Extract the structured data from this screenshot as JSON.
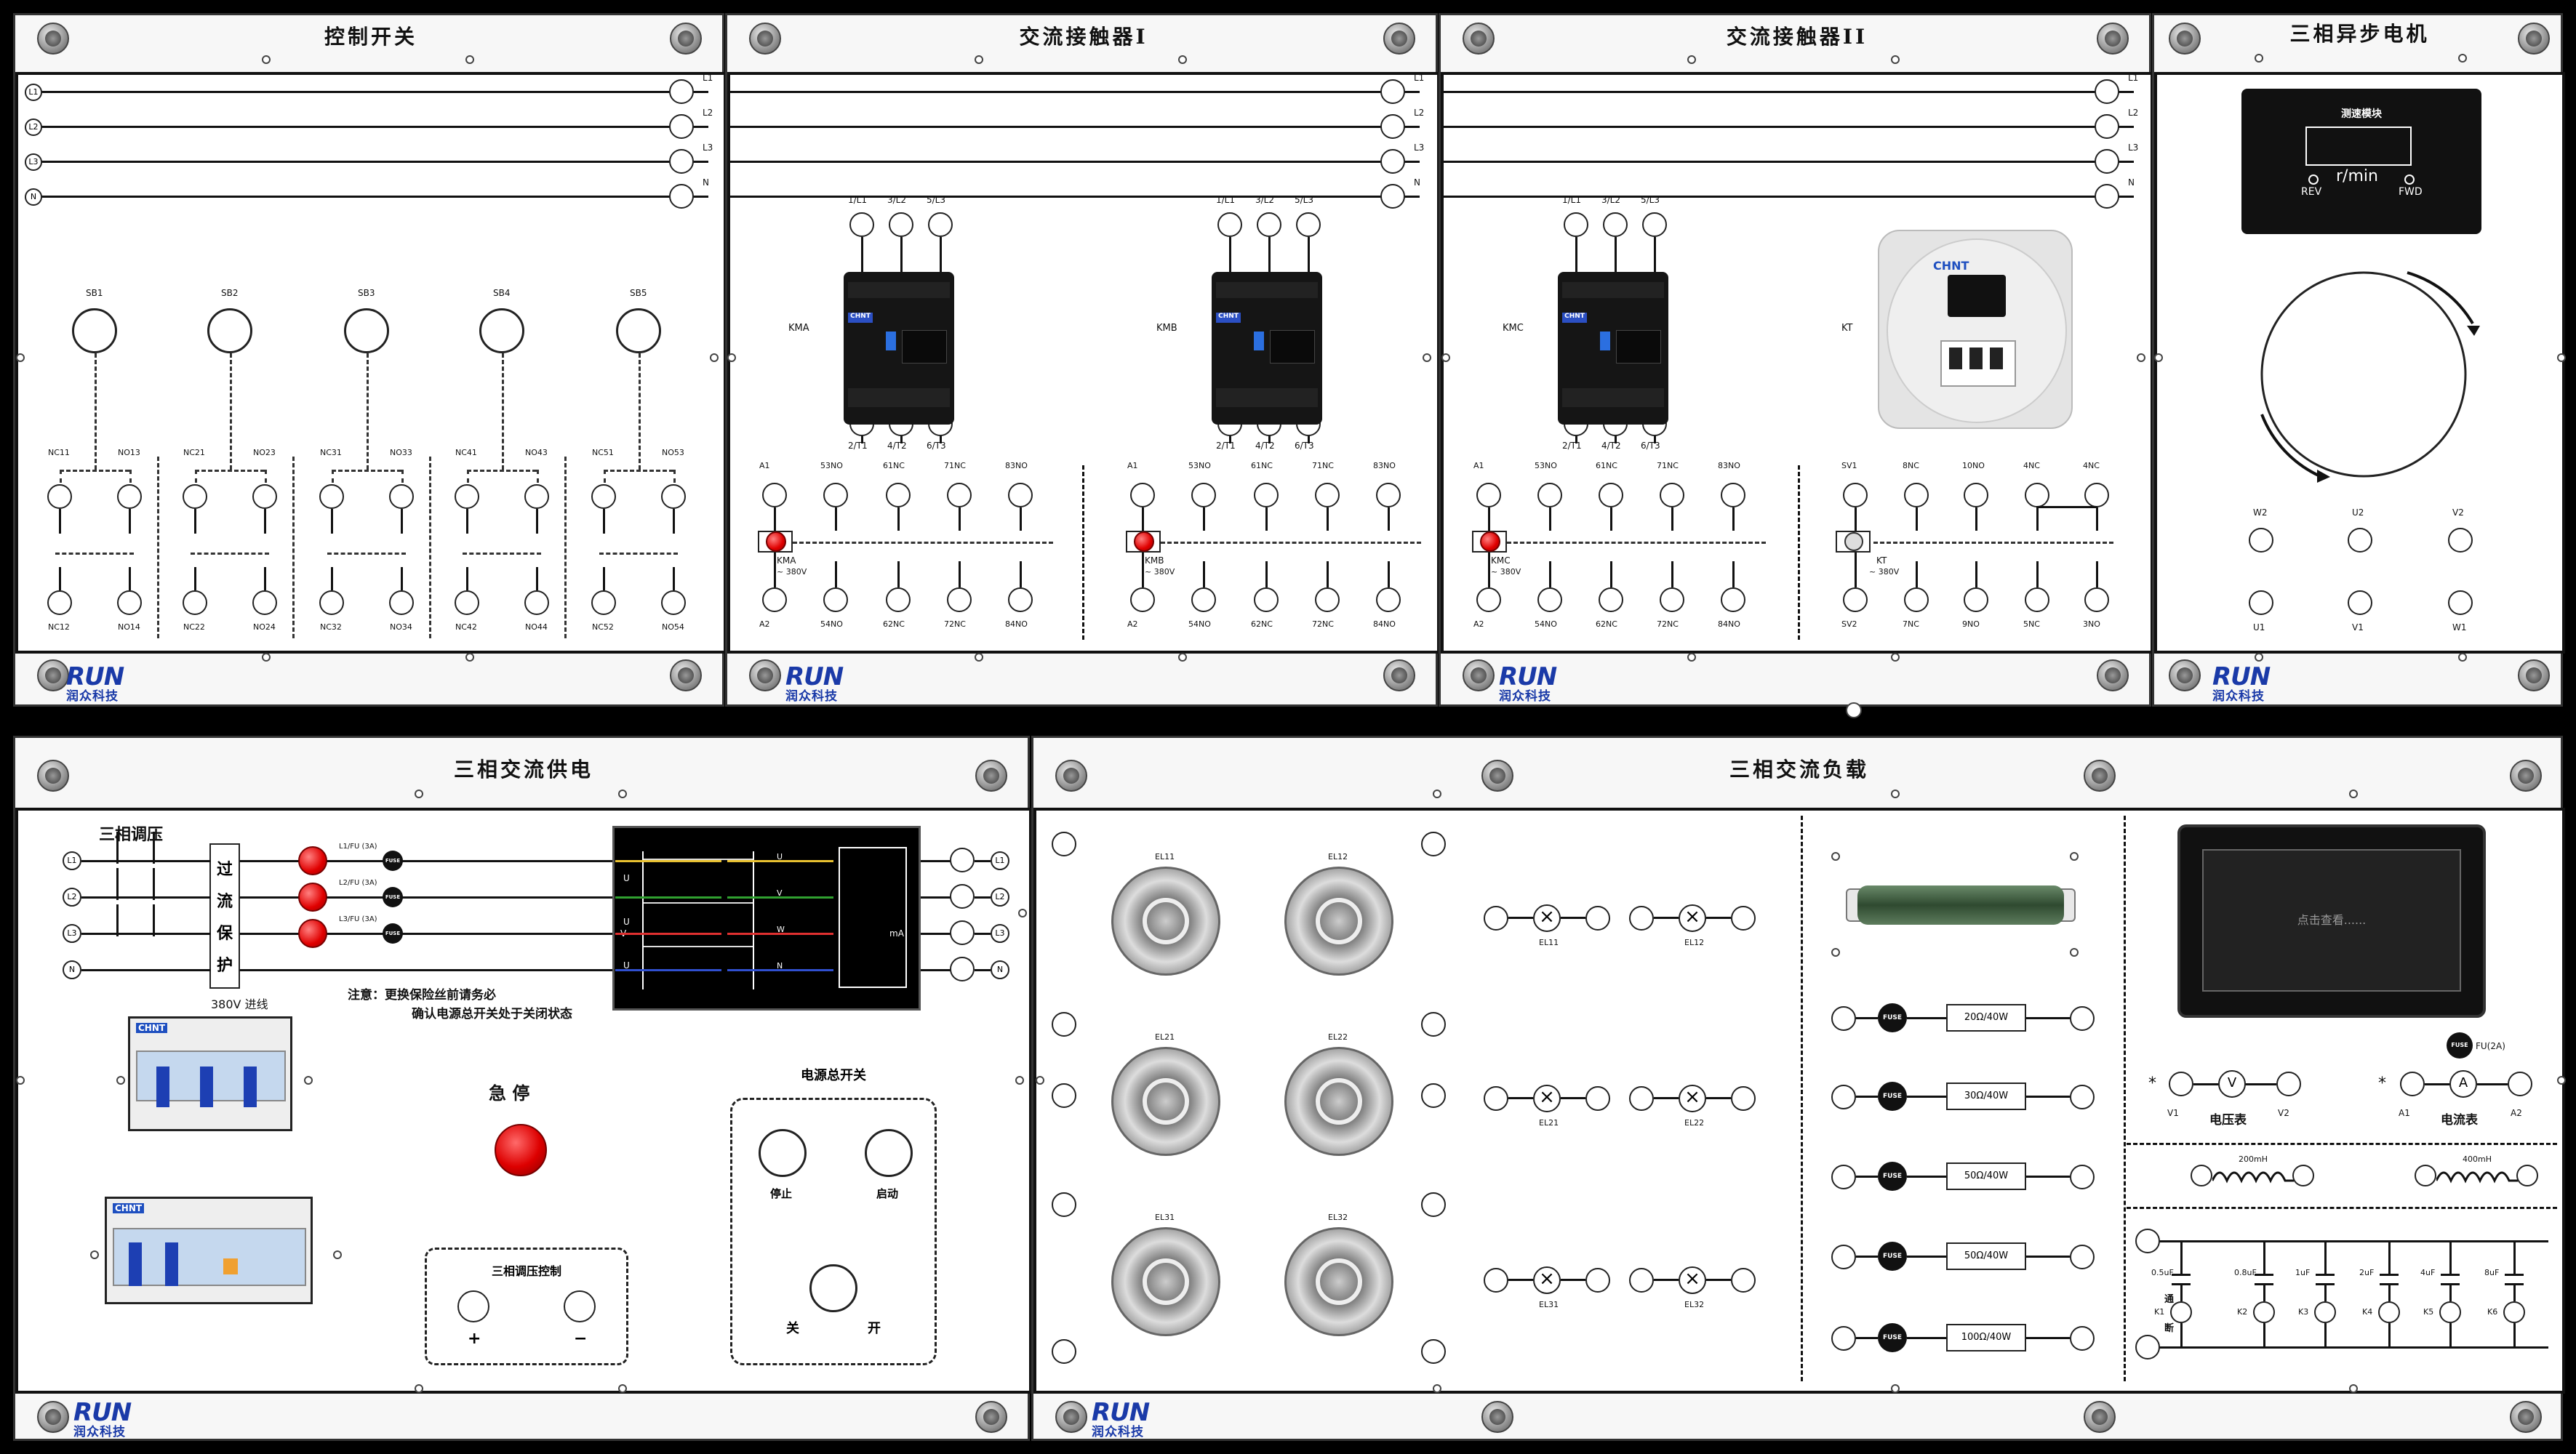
{
  "panels": {
    "control_switch": {
      "title": "控制开关"
    },
    "contactor1": {
      "title": "交流接触器I"
    },
    "contactor2": {
      "title": "交流接触器II"
    },
    "motor": {
      "title": "三相异步电机"
    },
    "supply": {
      "title": "三相交流供电"
    },
    "load": {
      "title": "三相交流负载"
    }
  },
  "lines": {
    "l1": "L1",
    "l2": "L2",
    "l3": "L3",
    "n": "N"
  },
  "switches": {
    "buttons": [
      "SB1",
      "SB2",
      "SB3",
      "SB4",
      "SB5"
    ],
    "top_left": [
      "NC11",
      "NC21",
      "NC31",
      "NC41",
      "NC51"
    ],
    "top_right": [
      "NO13",
      "NO23",
      "NO33",
      "NO43",
      "NO53"
    ],
    "bot_left": [
      "NC12",
      "NC22",
      "NC32",
      "NC42",
      "NC52"
    ],
    "bot_right": [
      "NO14",
      "NO24",
      "NO34",
      "NO44",
      "NO54"
    ]
  },
  "contactor": {
    "top_terms": [
      "1/L1",
      "3/L2",
      "5/L3"
    ],
    "bot_terms": [
      "2/T1",
      "4/T2",
      "6/T3"
    ],
    "aux_top": [
      "A1",
      "53NO",
      "61NC",
      "71NC",
      "83NO"
    ],
    "aux_bot": [
      "A2",
      "54NO",
      "62NC",
      "72NC",
      "84NO"
    ],
    "coil_voltage": "~ 380V",
    "kma": "KMA",
    "kmb": "KMB",
    "kmc": "KMC",
    "kt": "KT",
    "brand": "CHNT",
    "kt_top": [
      "SV1",
      "8NC",
      "10NO",
      "4NC",
      "4NC"
    ],
    "kt_bot": [
      "SV2",
      "7NC",
      "9NO",
      "5NC",
      "3NO"
    ]
  },
  "motor": {
    "module_title": "测速模块",
    "unit": "r/min",
    "rev": "REV",
    "fwd": "FWD",
    "top_terms": [
      "W2",
      "U2",
      "V2"
    ],
    "bot_terms": [
      "U1",
      "V1",
      "W1"
    ]
  },
  "supply": {
    "regulator": "三相调压",
    "protection": [
      "过",
      "流",
      "保",
      "护"
    ],
    "fuses": [
      "L1/FU (3A)",
      "L2/FU (3A)",
      "L3/FU (3A)"
    ],
    "fuse_text": "FUSE",
    "inlet": "380V 进线",
    "note1": "注意：更换保险丝前请务必",
    "note2": "确认电源总开关处于关闭状态",
    "estop": "急 停",
    "main_switch": "电源总开关",
    "stop": "停止",
    "start": "启动",
    "off": "关",
    "on": "开",
    "reg_control": "三相调压控制",
    "plus": "+",
    "minus": "−",
    "meter_labels": [
      "U",
      "V",
      "W",
      "N"
    ],
    "volt_labels": [
      "U",
      "U",
      "U"
    ],
    "v": "V",
    "ma": "mA",
    "breaker_brand": "CHNT"
  },
  "load": {
    "heaters": [
      "EL11",
      "EL12",
      "EL21",
      "EL22",
      "EL31",
      "EL32"
    ],
    "lamps": [
      "EL11",
      "EL12",
      "EL21",
      "EL22",
      "EL31",
      "EL32"
    ],
    "resistors": [
      "20Ω/40W",
      "30Ω/40W",
      "50Ω/40W",
      "50Ω/40W",
      "100Ω/40W"
    ],
    "fuse_text": "FUSE",
    "screen_text": "点击查看......",
    "voltmeter": "电压表",
    "ammeter": "电流表",
    "v1": "V1",
    "v2": "V2",
    "a1": "A1",
    "a2": "A2",
    "fu2a": "FU(2A)",
    "inductors": [
      "200mH",
      "400mH"
    ],
    "caps": [
      "0.5uF",
      "0.8uF",
      "1uF",
      "2uF",
      "4uF",
      "8uF"
    ],
    "ks": [
      "K1",
      "K2",
      "K3",
      "K4",
      "K5",
      "K6"
    ],
    "onoff": [
      "通",
      "断"
    ],
    "star": "*"
  },
  "logo": {
    "name": "RUN",
    "cn": "润众科技"
  }
}
